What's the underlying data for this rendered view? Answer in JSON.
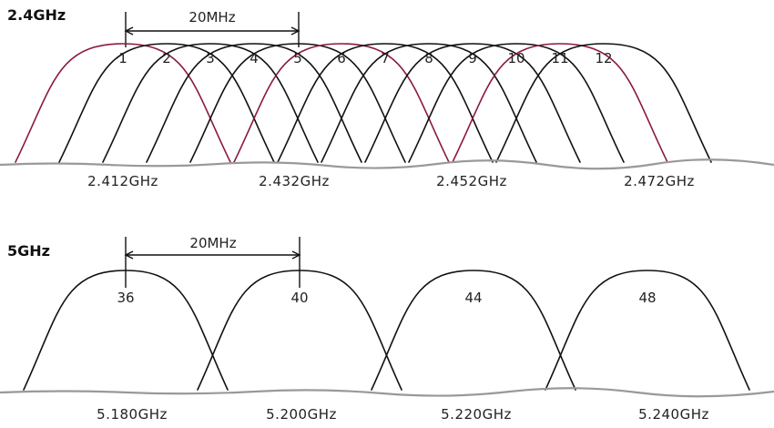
{
  "colors": {
    "ink": "#111111",
    "highlight": "#8b1a3a",
    "ground": "#9a9a9a"
  },
  "band_24": {
    "title": "2.4GHz",
    "channel_width_label": "20MHz",
    "channels": [
      {
        "label": "1",
        "highlight": true
      },
      {
        "label": "2",
        "highlight": false
      },
      {
        "label": "3",
        "highlight": false
      },
      {
        "label": "4",
        "highlight": false
      },
      {
        "label": "5",
        "highlight": false
      },
      {
        "label": "6",
        "highlight": true
      },
      {
        "label": "7",
        "highlight": false
      },
      {
        "label": "8",
        "highlight": false
      },
      {
        "label": "9",
        "highlight": false
      },
      {
        "label": "10",
        "highlight": false
      },
      {
        "label": "11",
        "highlight": true
      },
      {
        "label": "12",
        "highlight": false
      }
    ],
    "frequencies": [
      "2.412GHz",
      "2.432GHz",
      "2.452GHz",
      "2.472GHz"
    ]
  },
  "band_5": {
    "title": "5GHz",
    "channel_width_label": "20MHz",
    "channels": [
      {
        "label": "36",
        "highlight": false
      },
      {
        "label": "40",
        "highlight": false
      },
      {
        "label": "44",
        "highlight": false
      },
      {
        "label": "48",
        "highlight": false
      }
    ],
    "frequencies": [
      "5.180GHz",
      "5.200GHz",
      "5.220GHz",
      "5.240GHz"
    ]
  }
}
